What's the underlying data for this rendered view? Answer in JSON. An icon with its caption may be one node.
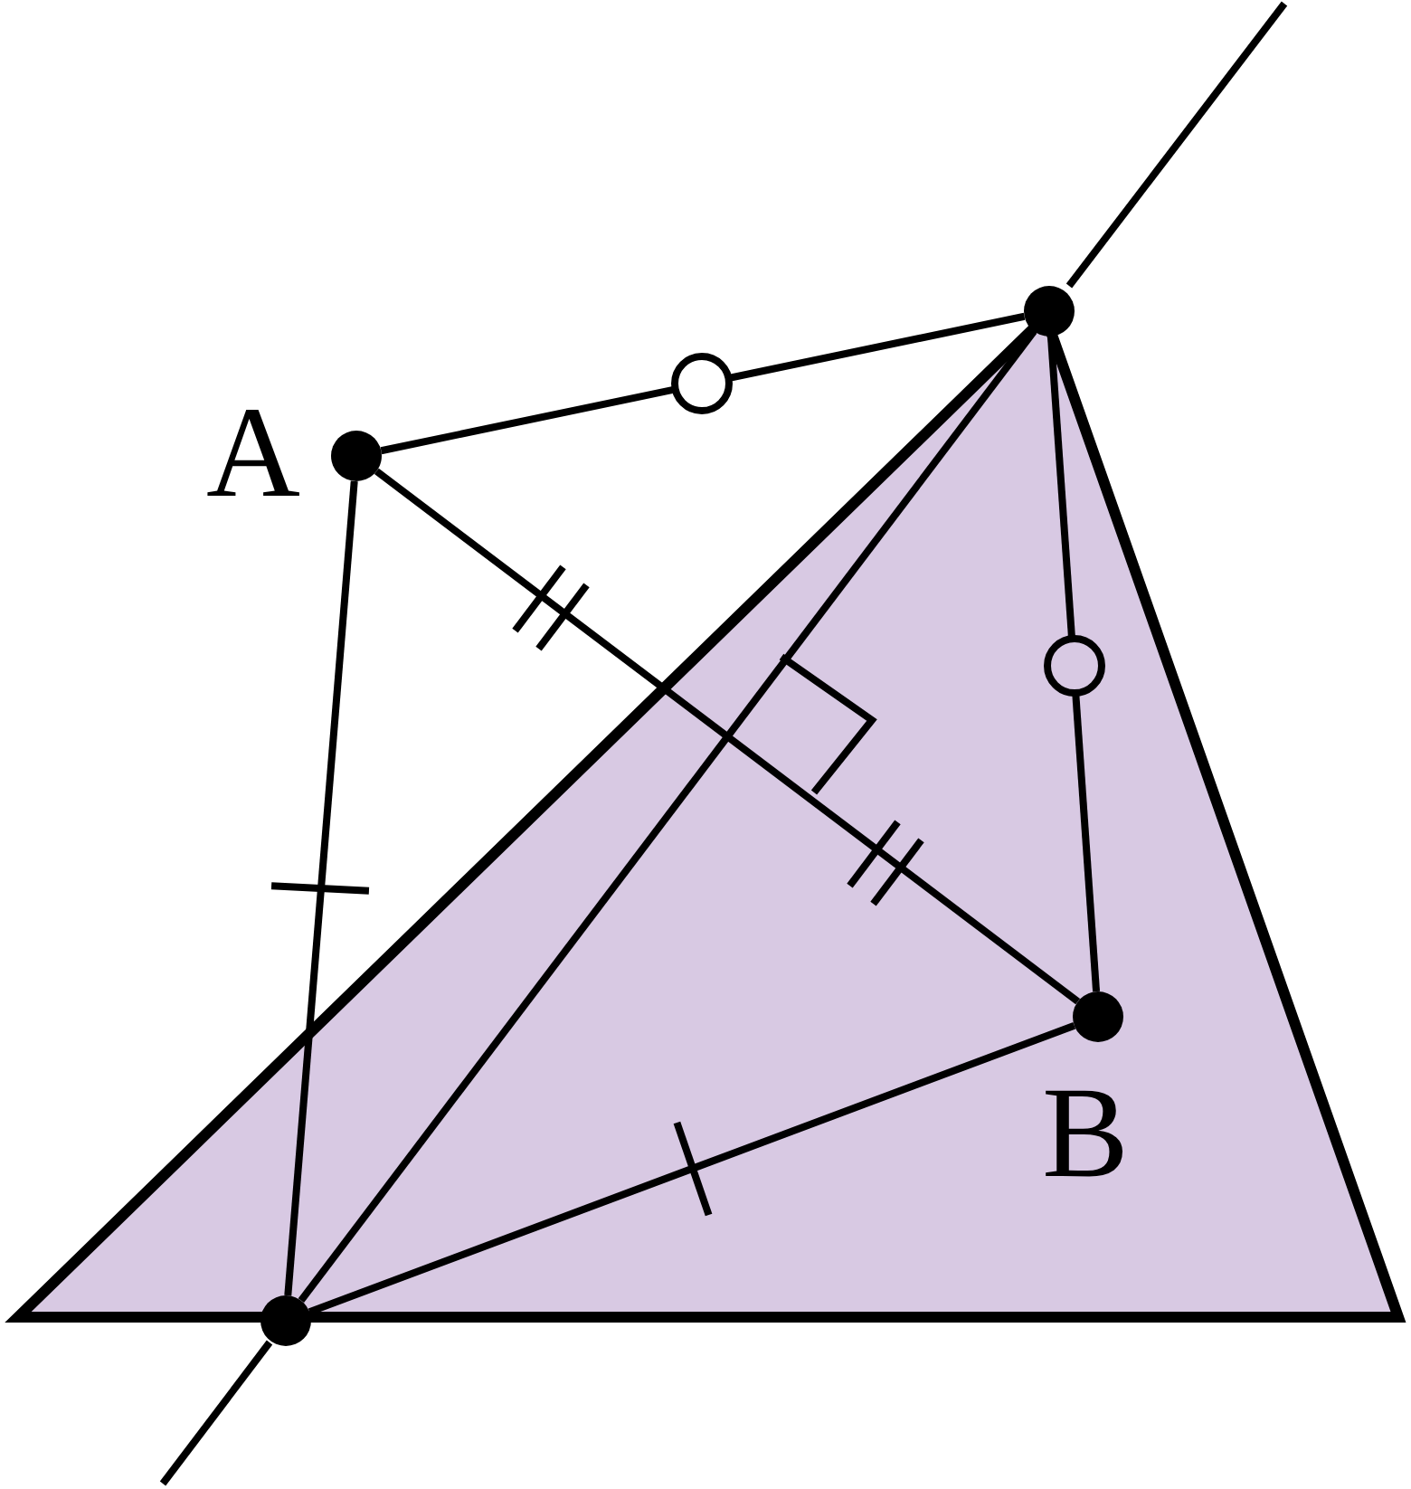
{
  "diagram": {
    "nodes": [
      {
        "text": [
          "A"
        ]
      },
      {
        "text": [],
        "shape": "circle"
      },
      {
        "text": [
          "B"
        ]
      },
      {
        "text": [],
        "shape": "circle"
      }
    ],
    "edges": [
      {
        "from": 0,
        "to": 1,
        "arrow": "none"
      },
      {
        "from": 0,
        "to": 3,
        "arrow": "none"
      },
      {
        "from": 0,
        "to": 2,
        "arrow": "none"
      },
      {
        "from": 1,
        "to": 2,
        "arrow": "none"
      },
      {
        "from": 1,
        "to": 3,
        "arrow": "none"
      },
      {
        "from": 3,
        "to": 2,
        "arrow": "none"
      }
    ]
  }
}
